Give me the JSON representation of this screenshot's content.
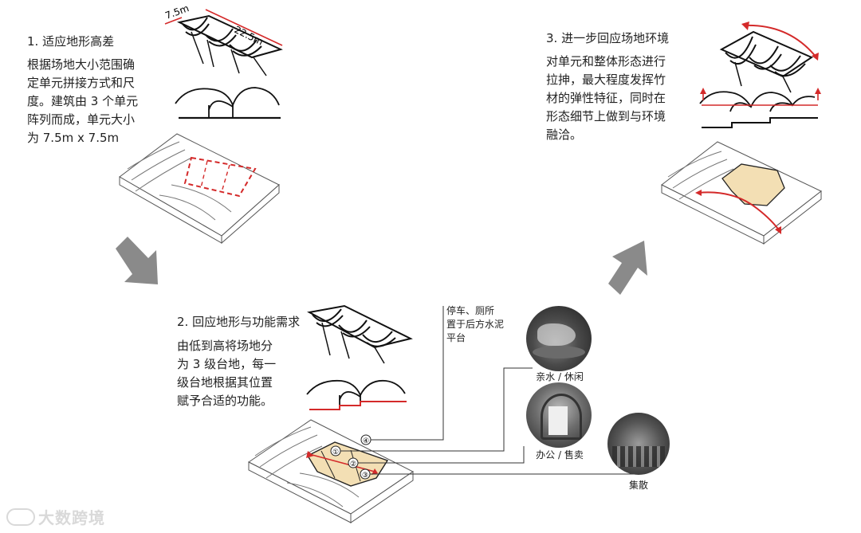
{
  "step1": {
    "title": "1. 适应地形高差",
    "body": [
      "根据场地大小范围确",
      "定单元拼接方式和尺",
      "度。建筑由 3 个单元",
      "阵列而成，单元大小",
      "为 7.5m x 7.5m"
    ],
    "dim_short": "7.5m",
    "dim_long": "22.5m"
  },
  "step2": {
    "title": "2. 回应地形与功能需求",
    "body": [
      "由低到高将场地分",
      "为 3 级台地，每一",
      "级台地根据其位置",
      "赋予合适的功能。"
    ]
  },
  "step3": {
    "title": "3. 进一步回应场地环境",
    "body": [
      "对单元和整体形态进行",
      "拉抻，最大程度发挥竹",
      "材的弹性特征，同时在",
      "形态细节上做到与环境",
      "融洽。"
    ]
  },
  "functions": {
    "parking_note": [
      "停车、厕所",
      "置于后方水泥",
      "平台"
    ],
    "water_leisure": "亲水 / 休闲",
    "office_sales": "办公 / 售卖",
    "gathering": "集散",
    "markers": [
      "①",
      "②",
      "③",
      "④"
    ]
  },
  "watermark": "大数跨境",
  "colors": {
    "accent_red": "#d42a2a",
    "platform_fill": "#f3dfb4",
    "arrow_gray": "#8a8a8a"
  }
}
